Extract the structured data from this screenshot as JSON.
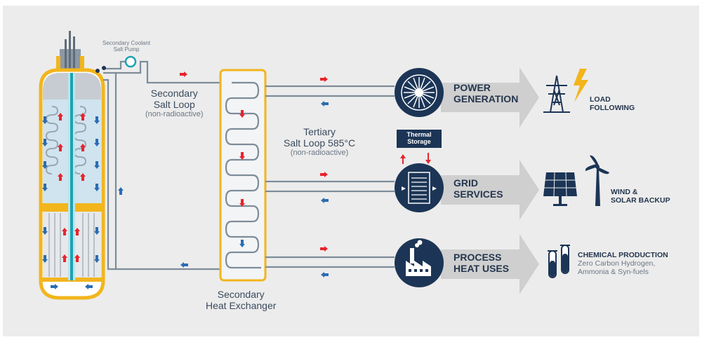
{
  "pump_label": [
    "Secondary Coolant",
    "Salt Pump"
  ],
  "secondary_loop": {
    "title": [
      "Secondary",
      "Salt Loop"
    ],
    "subtitle": "(non-radioactive)"
  },
  "tertiary_loop": {
    "title": [
      "Tertiary",
      "Salt Loop 585°C"
    ],
    "subtitle": "(non-radioactive)"
  },
  "heat_exchanger_label": [
    "Secondary",
    "Heat Exchanger"
  ],
  "thermal_storage_label": [
    "Thermal",
    "Storage"
  ],
  "outputs": [
    {
      "title": [
        "POWER",
        "GENERATION"
      ],
      "icon": "turbine-icon",
      "use_lines": [
        "LOAD",
        "FOLLOWING"
      ],
      "use_icons": [
        "transmission-tower-icon",
        "lightning-icon"
      ]
    },
    {
      "title": [
        "GRID",
        "SERVICES"
      ],
      "icon": "storage-tank-icon",
      "use_lines": [
        "WIND &",
        "SOLAR BACKUP"
      ],
      "use_icons": [
        "solar-panel-icon",
        "wind-turbine-icon"
      ]
    },
    {
      "title": [
        "PROCESS",
        "HEAT USES"
      ],
      "icon": "factory-icon",
      "use_lines": [
        "CHEMICAL PRODUCTION"
      ],
      "use_sub_lines": [
        "Zero Carbon Hydrogen,",
        "Ammonia & Syn-fuels"
      ],
      "use_icons": [
        "test-tubes-icon"
      ]
    }
  ],
  "colors": {
    "navy": "#1c3556",
    "gold": "#f2b51c",
    "pipe": "#7d8c99",
    "hot_arrow": "#e8242d",
    "cold_arrow": "#2b6cb3",
    "panel": "#ececec",
    "band_arrow": "#cfcfcf"
  }
}
